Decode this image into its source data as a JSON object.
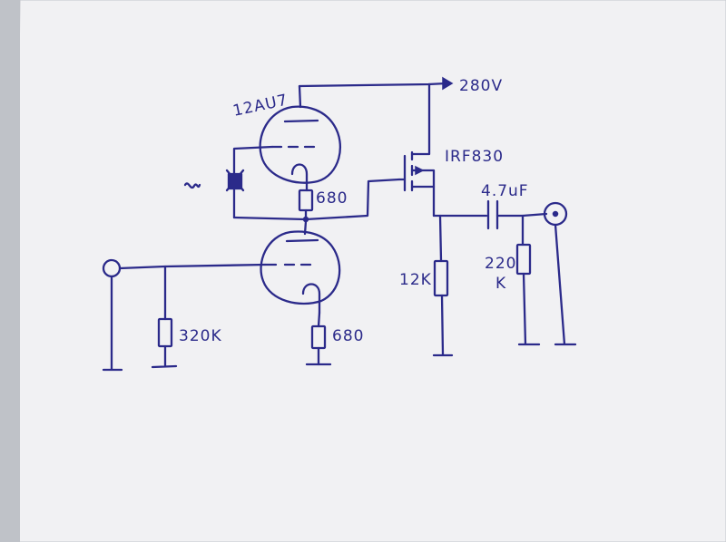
{
  "labels": {
    "supply": "280V",
    "tube_top": "12AU7",
    "mosfet": "IRF830",
    "r_cathode_top": "680",
    "r_cathode_bottom": "680",
    "r_grid": "320K",
    "r_source": "12K",
    "capacitor": "4.7uF",
    "r_output_value": "220",
    "r_output_unit": "K"
  },
  "colors": {
    "ink": "#2b2a8a",
    "paper": "#f2f2f4"
  }
}
